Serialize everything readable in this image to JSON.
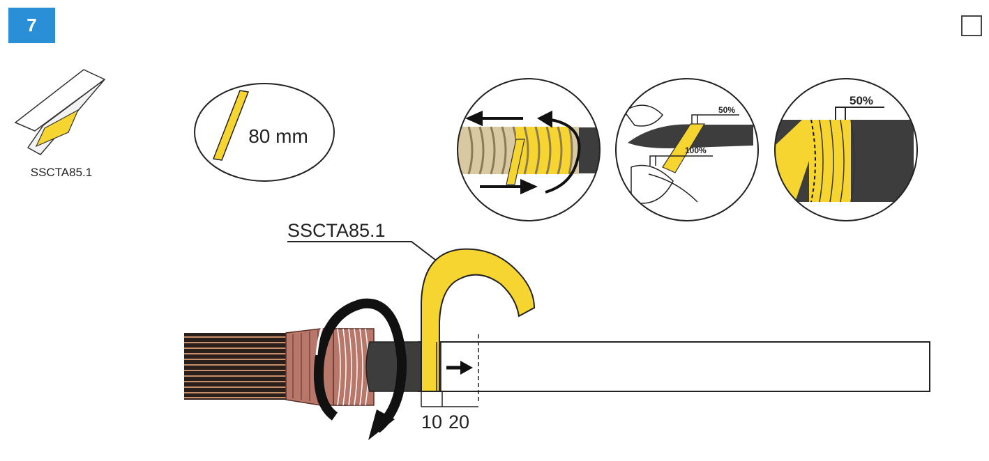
{
  "step": {
    "number": "7"
  },
  "product": {
    "code": "SSCTA85.1"
  },
  "tape_length": {
    "label": "80 mm"
  },
  "insets": {
    "overlap_top": "50%",
    "overlap_full": "100%",
    "overlap_result": "50%"
  },
  "callout": {
    "label": "SSCTA85.1"
  },
  "dimensions": {
    "first": "10",
    "second": "20"
  },
  "colors": {
    "accent": "#2a8fd6",
    "tape": "#f6d530",
    "cable_jacket": "#3d3d3d",
    "copper": "#b9776a"
  },
  "icons": [
    "checkbox-icon",
    "tape-roll-icon",
    "direction-arrow-icon",
    "rotation-arrow-icon"
  ]
}
